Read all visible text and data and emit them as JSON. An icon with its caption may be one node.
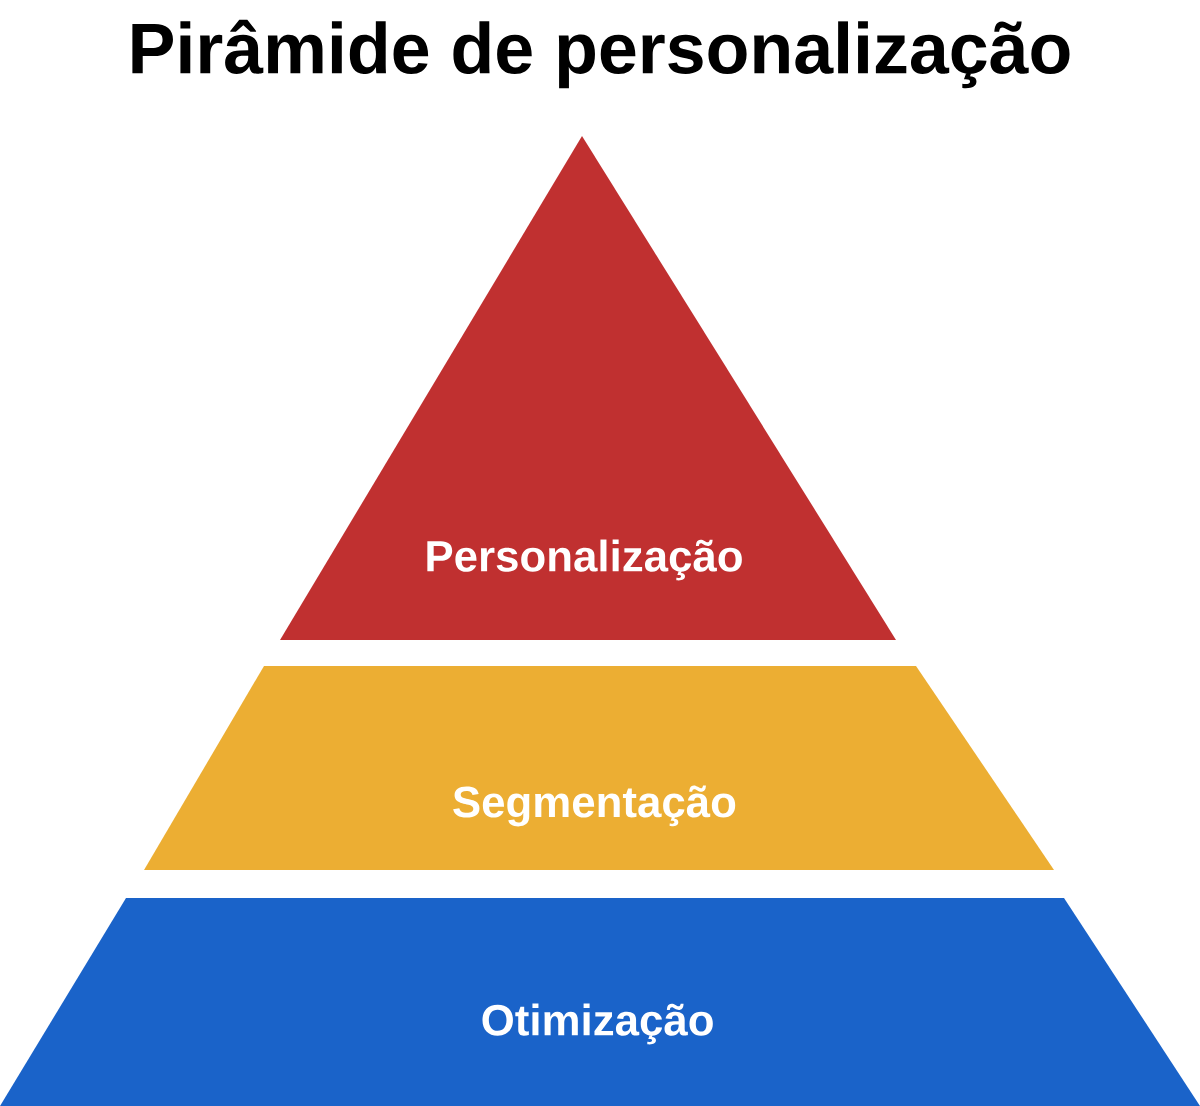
{
  "diagram": {
    "title": "Pirâmide de personalização",
    "nodes": [
      {
        "text": [
          "Personalização"
        ]
      },
      {
        "text": [
          "Segmentação"
        ]
      },
      {
        "text": [
          "Otimização"
        ]
      }
    ]
  }
}
